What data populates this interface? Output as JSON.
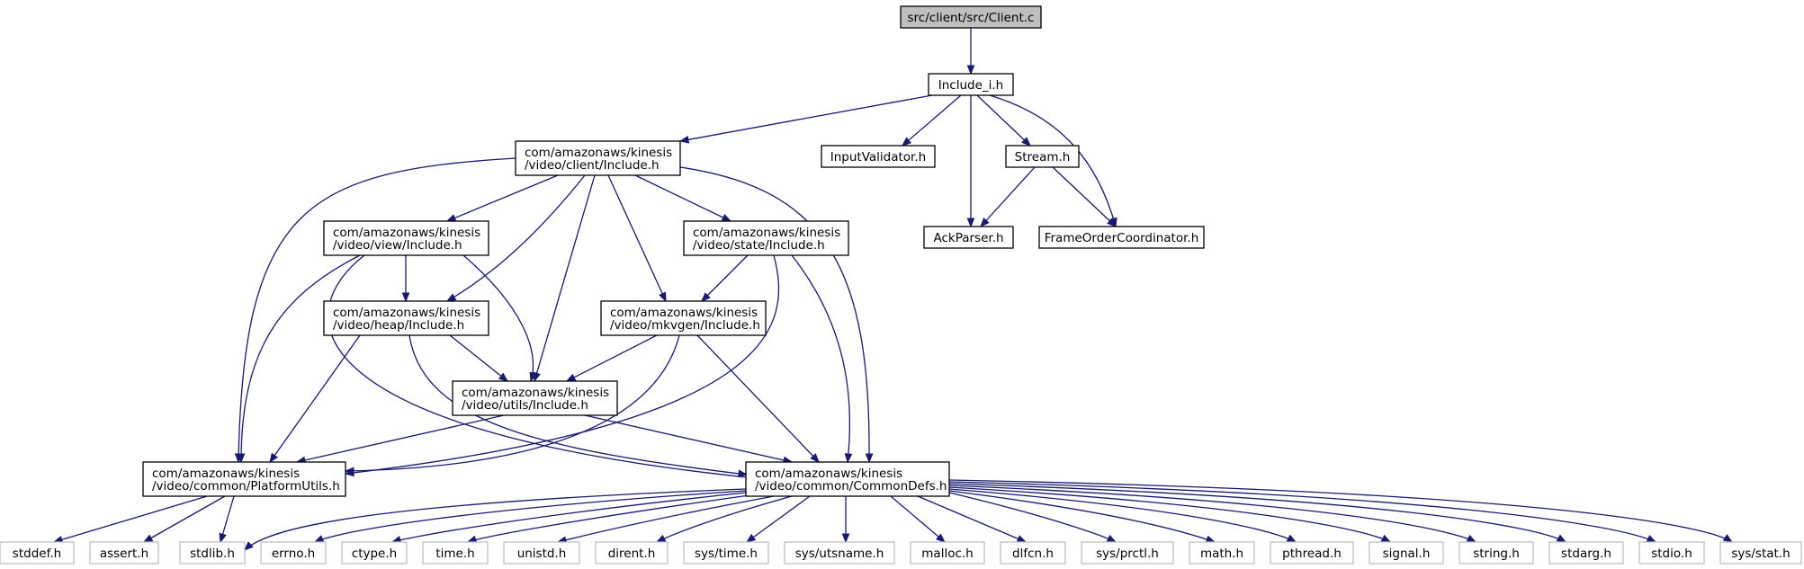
{
  "diagram": {
    "colors": {
      "edge": "#191970",
      "root_fill": "#bfbfbf",
      "node_border": "#000000",
      "system_header_border": "#bfbfbf",
      "background": "#ffffff"
    },
    "nodes": [
      {
        "id": "client_c",
        "lines": [
          "src/client/src/Client.c"
        ],
        "kind": "root"
      },
      {
        "id": "include_i",
        "lines": [
          "Include_i.h"
        ],
        "kind": "local"
      },
      {
        "id": "client_inc",
        "lines": [
          "com/amazonaws/kinesis",
          "/video/client/Include.h"
        ],
        "kind": "local"
      },
      {
        "id": "input_val",
        "lines": [
          "InputValidator.h"
        ],
        "kind": "local"
      },
      {
        "id": "stream",
        "lines": [
          "Stream.h"
        ],
        "kind": "local"
      },
      {
        "id": "ack_parser",
        "lines": [
          "AckParser.h"
        ],
        "kind": "local"
      },
      {
        "id": "frame_order",
        "lines": [
          "FrameOrderCoordinator.h"
        ],
        "kind": "local"
      },
      {
        "id": "view_inc",
        "lines": [
          "com/amazonaws/kinesis",
          "/video/view/Include.h"
        ],
        "kind": "local"
      },
      {
        "id": "state_inc",
        "lines": [
          "com/amazonaws/kinesis",
          "/video/state/Include.h"
        ],
        "kind": "local"
      },
      {
        "id": "heap_inc",
        "lines": [
          "com/amazonaws/kinesis",
          "/video/heap/Include.h"
        ],
        "kind": "local"
      },
      {
        "id": "mkvgen_inc",
        "lines": [
          "com/amazonaws/kinesis",
          "/video/mkvgen/Include.h"
        ],
        "kind": "local"
      },
      {
        "id": "utils_inc",
        "lines": [
          "com/amazonaws/kinesis",
          "/video/utils/Include.h"
        ],
        "kind": "local"
      },
      {
        "id": "platform",
        "lines": [
          "com/amazonaws/kinesis",
          "/video/common/PlatformUtils.h"
        ],
        "kind": "local"
      },
      {
        "id": "commondefs",
        "lines": [
          "com/amazonaws/kinesis",
          "/video/common/CommonDefs.h"
        ],
        "kind": "local"
      },
      {
        "id": "stddef",
        "lines": [
          "stddef.h"
        ],
        "kind": "system"
      },
      {
        "id": "assert",
        "lines": [
          "assert.h"
        ],
        "kind": "system"
      },
      {
        "id": "stdlib",
        "lines": [
          "stdlib.h"
        ],
        "kind": "system"
      },
      {
        "id": "errno",
        "lines": [
          "errno.h"
        ],
        "kind": "system"
      },
      {
        "id": "ctype",
        "lines": [
          "ctype.h"
        ],
        "kind": "system"
      },
      {
        "id": "time",
        "lines": [
          "time.h"
        ],
        "kind": "system"
      },
      {
        "id": "unistd",
        "lines": [
          "unistd.h"
        ],
        "kind": "system"
      },
      {
        "id": "dirent",
        "lines": [
          "dirent.h"
        ],
        "kind": "system"
      },
      {
        "id": "systime",
        "lines": [
          "sys/time.h"
        ],
        "kind": "system"
      },
      {
        "id": "utsname",
        "lines": [
          "sys/utsname.h"
        ],
        "kind": "system"
      },
      {
        "id": "malloc",
        "lines": [
          "malloc.h"
        ],
        "kind": "system"
      },
      {
        "id": "dlfcn",
        "lines": [
          "dlfcn.h"
        ],
        "kind": "system"
      },
      {
        "id": "prctl",
        "lines": [
          "sys/prctl.h"
        ],
        "kind": "system"
      },
      {
        "id": "math",
        "lines": [
          "math.h"
        ],
        "kind": "system"
      },
      {
        "id": "pthread",
        "lines": [
          "pthread.h"
        ],
        "kind": "system"
      },
      {
        "id": "signal",
        "lines": [
          "signal.h"
        ],
        "kind": "system"
      },
      {
        "id": "string",
        "lines": [
          "string.h"
        ],
        "kind": "system"
      },
      {
        "id": "stdarg",
        "lines": [
          "stdarg.h"
        ],
        "kind": "system"
      },
      {
        "id": "stdio",
        "lines": [
          "stdio.h"
        ],
        "kind": "system"
      },
      {
        "id": "sysstat",
        "lines": [
          "sys/stat.h"
        ],
        "kind": "system"
      }
    ],
    "edges": [
      {
        "from": "client_c",
        "to": "include_i"
      },
      {
        "from": "include_i",
        "to": "client_inc"
      },
      {
        "from": "include_i",
        "to": "input_val"
      },
      {
        "from": "include_i",
        "to": "stream"
      },
      {
        "from": "include_i",
        "to": "ack_parser"
      },
      {
        "from": "include_i",
        "to": "frame_order"
      },
      {
        "from": "stream",
        "to": "ack_parser"
      },
      {
        "from": "stream",
        "to": "frame_order"
      },
      {
        "from": "client_inc",
        "to": "view_inc"
      },
      {
        "from": "client_inc",
        "to": "state_inc"
      },
      {
        "from": "client_inc",
        "to": "heap_inc"
      },
      {
        "from": "client_inc",
        "to": "mkvgen_inc"
      },
      {
        "from": "client_inc",
        "to": "utils_inc"
      },
      {
        "from": "client_inc",
        "to": "platform"
      },
      {
        "from": "client_inc",
        "to": "commondefs"
      },
      {
        "from": "view_inc",
        "to": "heap_inc"
      },
      {
        "from": "view_inc",
        "to": "utils_inc"
      },
      {
        "from": "view_inc",
        "to": "platform"
      },
      {
        "from": "view_inc",
        "to": "commondefs"
      },
      {
        "from": "state_inc",
        "to": "mkvgen_inc"
      },
      {
        "from": "state_inc",
        "to": "platform"
      },
      {
        "from": "state_inc",
        "to": "commondefs"
      },
      {
        "from": "heap_inc",
        "to": "utils_inc"
      },
      {
        "from": "heap_inc",
        "to": "platform"
      },
      {
        "from": "heap_inc",
        "to": "commondefs"
      },
      {
        "from": "mkvgen_inc",
        "to": "utils_inc"
      },
      {
        "from": "mkvgen_inc",
        "to": "platform"
      },
      {
        "from": "mkvgen_inc",
        "to": "commondefs"
      },
      {
        "from": "utils_inc",
        "to": "platform"
      },
      {
        "from": "utils_inc",
        "to": "commondefs"
      },
      {
        "from": "platform",
        "to": "stddef"
      },
      {
        "from": "platform",
        "to": "assert"
      },
      {
        "from": "platform",
        "to": "stdlib"
      },
      {
        "from": "commondefs",
        "to": "stdlib"
      },
      {
        "from": "commondefs",
        "to": "errno"
      },
      {
        "from": "commondefs",
        "to": "ctype"
      },
      {
        "from": "commondefs",
        "to": "time"
      },
      {
        "from": "commondefs",
        "to": "unistd"
      },
      {
        "from": "commondefs",
        "to": "dirent"
      },
      {
        "from": "commondefs",
        "to": "systime"
      },
      {
        "from": "commondefs",
        "to": "utsname"
      },
      {
        "from": "commondefs",
        "to": "malloc"
      },
      {
        "from": "commondefs",
        "to": "dlfcn"
      },
      {
        "from": "commondefs",
        "to": "prctl"
      },
      {
        "from": "commondefs",
        "to": "math"
      },
      {
        "from": "commondefs",
        "to": "pthread"
      },
      {
        "from": "commondefs",
        "to": "signal"
      },
      {
        "from": "commondefs",
        "to": "string"
      },
      {
        "from": "commondefs",
        "to": "stdarg"
      },
      {
        "from": "commondefs",
        "to": "stdio"
      },
      {
        "from": "commondefs",
        "to": "sysstat"
      }
    ]
  }
}
